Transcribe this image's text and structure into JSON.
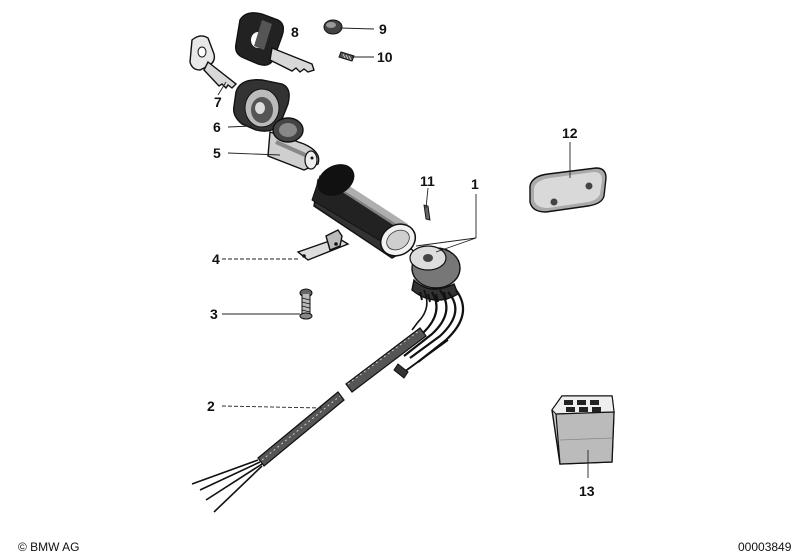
{
  "callouts": {
    "c1": "1",
    "c2": "2",
    "c3": "3",
    "c4": "4",
    "c5": "5",
    "c6": "6",
    "c7": "7",
    "c8": "8",
    "c9": "9",
    "c10": "10",
    "c11": "11",
    "c12": "12",
    "c13": "13"
  },
  "footer": {
    "copyright": "© BMW AG",
    "diagram_number": "00003849"
  }
}
